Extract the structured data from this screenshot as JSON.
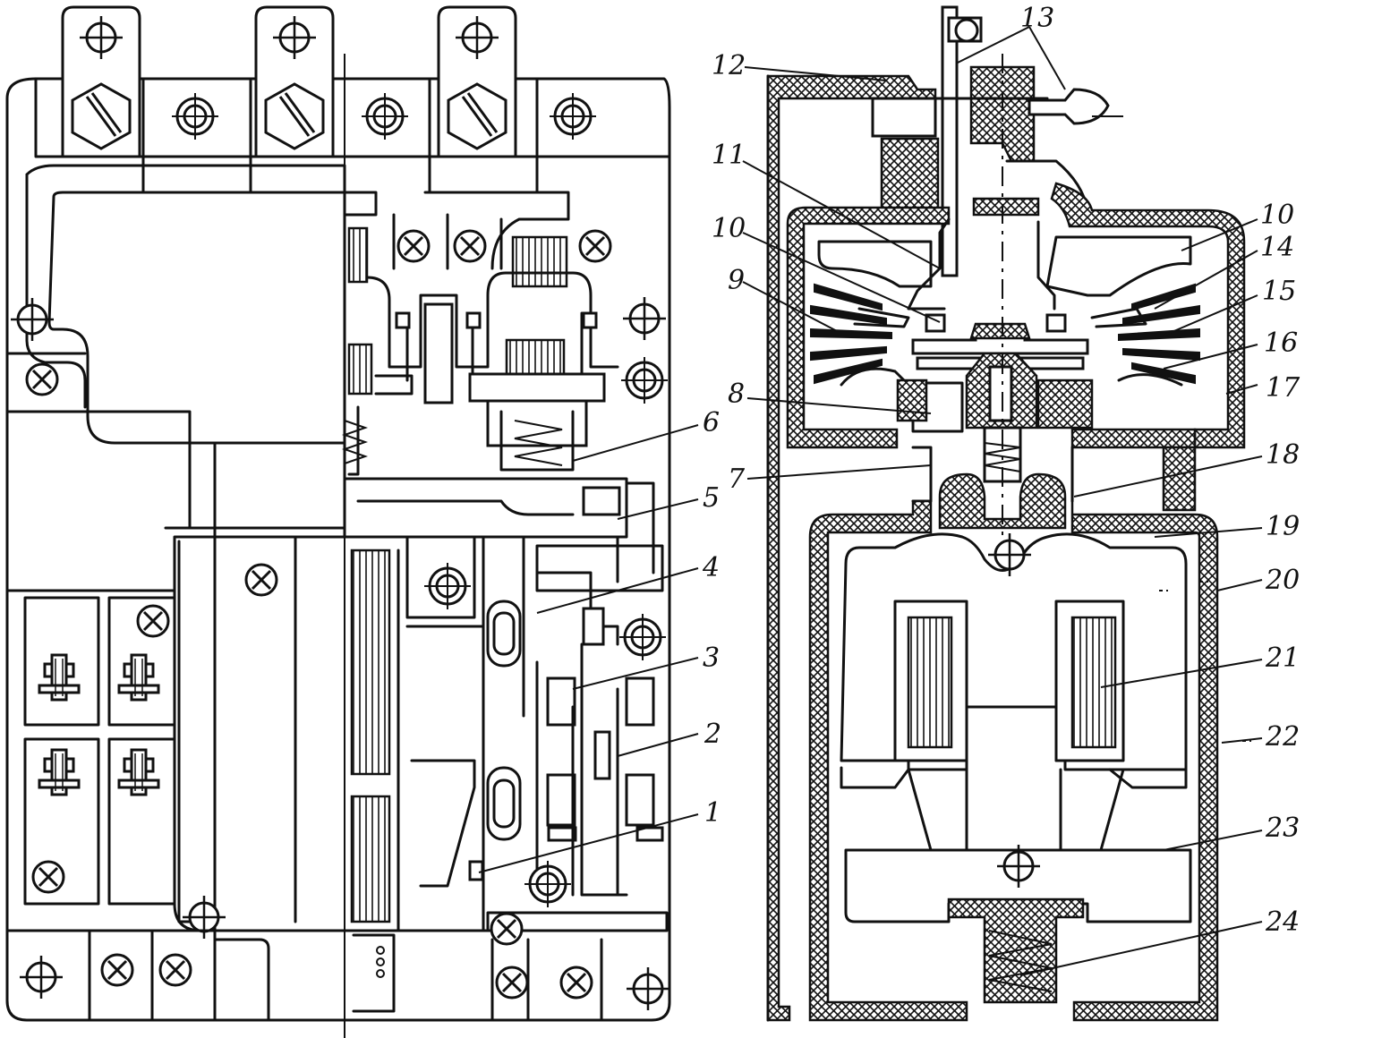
{
  "callouts": [
    {
      "id": "c1",
      "text": "1"
    },
    {
      "id": "c2",
      "text": "2"
    },
    {
      "id": "c3",
      "text": "3"
    },
    {
      "id": "c4",
      "text": "4"
    },
    {
      "id": "c5",
      "text": "5"
    },
    {
      "id": "c6",
      "text": "6"
    },
    {
      "id": "c7",
      "text": "7"
    },
    {
      "id": "c8",
      "text": "8"
    },
    {
      "id": "c9",
      "text": "9"
    },
    {
      "id": "c10a",
      "text": "10"
    },
    {
      "id": "c10b",
      "text": "10"
    },
    {
      "id": "c11",
      "text": "11"
    },
    {
      "id": "c12",
      "text": "12"
    },
    {
      "id": "c13",
      "text": "13"
    },
    {
      "id": "c14",
      "text": "14"
    },
    {
      "id": "c15",
      "text": "15"
    },
    {
      "id": "c16",
      "text": "16"
    },
    {
      "id": "c17",
      "text": "17"
    },
    {
      "id": "c18",
      "text": "18"
    },
    {
      "id": "c19",
      "text": "19"
    },
    {
      "id": "c20",
      "text": "20"
    },
    {
      "id": "c21",
      "text": "21"
    },
    {
      "id": "c22",
      "text": "22"
    },
    {
      "id": "c23",
      "text": "23"
    },
    {
      "id": "c24",
      "text": "24"
    }
  ],
  "colors": {
    "ink": "#111111",
    "paper": "#ffffff"
  }
}
